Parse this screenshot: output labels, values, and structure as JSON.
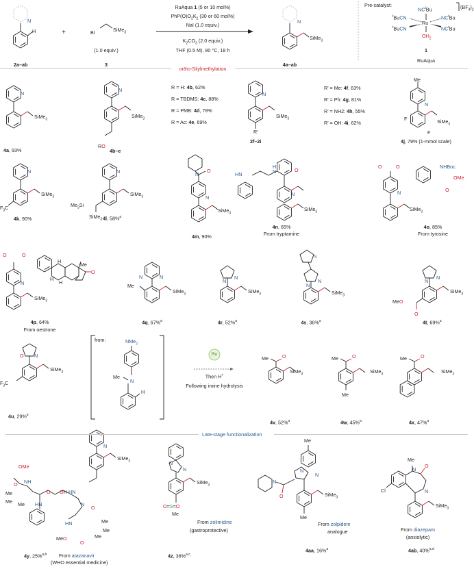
{
  "scheme": {
    "reactant_label": "2a–ab",
    "reagent_label": "3",
    "reagent_equiv": "(1.0 equiv.)",
    "reagent_formula": "Br–CH2–SiMe3",
    "plus": "+",
    "product_label": "4a–ab",
    "conditions_above": [
      "RuAqua 1 (5 or 10 mol%)",
      "PhP(O)O2K2 (30 or 60 mol%)",
      "NaI (1.0 equiv.)"
    ],
    "conditions_below": [
      "K2CO3 (2.0 equiv.)",
      "THF (0.5 M), 80 °C, 18 h"
    ],
    "precatalyst_title": "Pre-catalyst:",
    "precatalyst_number": "1",
    "precatalyst_name": "RuAqua",
    "precatalyst_counterion": "(BF4)2",
    "precatalyst_ligands": [
      "NCtBu",
      "tBuCN",
      "NCtBu",
      "tBuCN",
      "NCtBu",
      "OH2"
    ]
  },
  "sections": {
    "ortho": "ortho-Silylmethylation",
    "late_stage": "Late-stage functionalization"
  },
  "colors": {
    "nitrogen": "#2a5a8c",
    "oxygen": "#c8202a",
    "sulfur": "#3a9a4a",
    "new_bond": "#c8202a",
    "rule": "#c8c8c8"
  },
  "compounds": {
    "4a": {
      "label": "4a",
      "yield": ", 93%"
    },
    "4be": {
      "label": "4b–e",
      "substituent": "RO"
    },
    "r_list": [
      {
        "text": "R = H: ",
        "id": "4b",
        "yield": ", 62%"
      },
      {
        "text": "R = TBDMS: ",
        "id": "4c",
        "yield": ", 88%"
      },
      {
        "text": "R = PMB: ",
        "id": "4d",
        "yield": ", 78%"
      },
      {
        "text": "R = Ac:  ",
        "id": "4e",
        "yield": ", 69%"
      }
    ],
    "2f2i": {
      "label": "2f–2i",
      "substituent": "R'"
    },
    "rp_list": [
      {
        "text": "R' = Me: ",
        "id": "4f",
        "yield": ", 63%"
      },
      {
        "text": "R' = Ph: ",
        "id": "4g",
        "yield": ", 81%"
      },
      {
        "text": "R' = NH2: ",
        "id": "4h",
        "yield": ", 55%"
      },
      {
        "text": "R' = OH: ",
        "id": "4i",
        "yield": ", 62%"
      }
    ],
    "4j": {
      "label": "4j",
      "yield": ", 79% (1-mmol scale)"
    },
    "4k": {
      "label": "4k",
      "yield": ", 90%"
    },
    "4l": {
      "label": "4l",
      "yield": ", 58%",
      "note": "a"
    },
    "4m": {
      "label": "4m",
      "yield": ", 90%"
    },
    "4n": {
      "label": "4n",
      "yield": ", 65%",
      "source": "From tryptamine"
    },
    "4o": {
      "label": "4o",
      "yield": ", 85%",
      "source": "From tyrosine"
    },
    "4p": {
      "label": "4p",
      "yield": ", 64%",
      "source": "From oestrone"
    },
    "4q": {
      "label": "4q",
      "yield": ", 67%",
      "note": "a"
    },
    "4r": {
      "label": "4r",
      "yield": ", 52%",
      "note": "a"
    },
    "4s": {
      "label": "4s",
      "yield": ", 36%",
      "note": "a"
    },
    "4t": {
      "label": "4t",
      "yield": ", 69%",
      "note": "a"
    },
    "4u": {
      "label": "4u",
      "yield": ", 29%",
      "note": "a"
    },
    "4v": {
      "label": "4v",
      "yield": ", 52%",
      "note": "a"
    },
    "4w": {
      "label": "4w",
      "yield": ", 45%",
      "note": "a"
    },
    "4x": {
      "label": "4x",
      "yield": ", 47%",
      "note": "a"
    },
    "4y": {
      "label": "4y",
      "yield": ", 25%",
      "note": "a,b",
      "source_prefix": "From ",
      "source_drug": "atazanavir",
      "source_note": "(WHO essential medicine)"
    },
    "4z": {
      "label": "4z",
      "yield": ", 36%",
      "note": "a,c",
      "source_prefix": "From ",
      "source_drug": "zolimidine",
      "source_note": "(gastroprotective)"
    },
    "4aa": {
      "label": "4aa",
      "yield": ", 16%",
      "note": "a",
      "source_prefix": "From ",
      "source_drug": "zolpidem",
      "source_note": "analogue"
    },
    "4ab": {
      "label": "4ab",
      "yield": ", 40%",
      "note": "a,d",
      "source_prefix": "From ",
      "source_drug": "diazepam",
      "source_note": "(anxiolytic)"
    }
  },
  "hydrolysis_box": {
    "from_label": "from:",
    "amine_group": "NMe2",
    "catalyst_symbol": "Ru",
    "then": "Then H+",
    "note": "Following imine hydrolysis"
  },
  "atoms": {
    "N": "N",
    "H": "H",
    "O": "O",
    "S": "S",
    "F": "F",
    "Cl": "Cl",
    "SiMe3": "SiMe3",
    "Me": "Me",
    "F3C": "F3C",
    "Me3Si": "Me3Si",
    "MeO": "MeO",
    "OMe": "OMe",
    "NHBoc": "NHBoc",
    "HN": "HN",
    "NH": "NH",
    "OH": "OH"
  }
}
